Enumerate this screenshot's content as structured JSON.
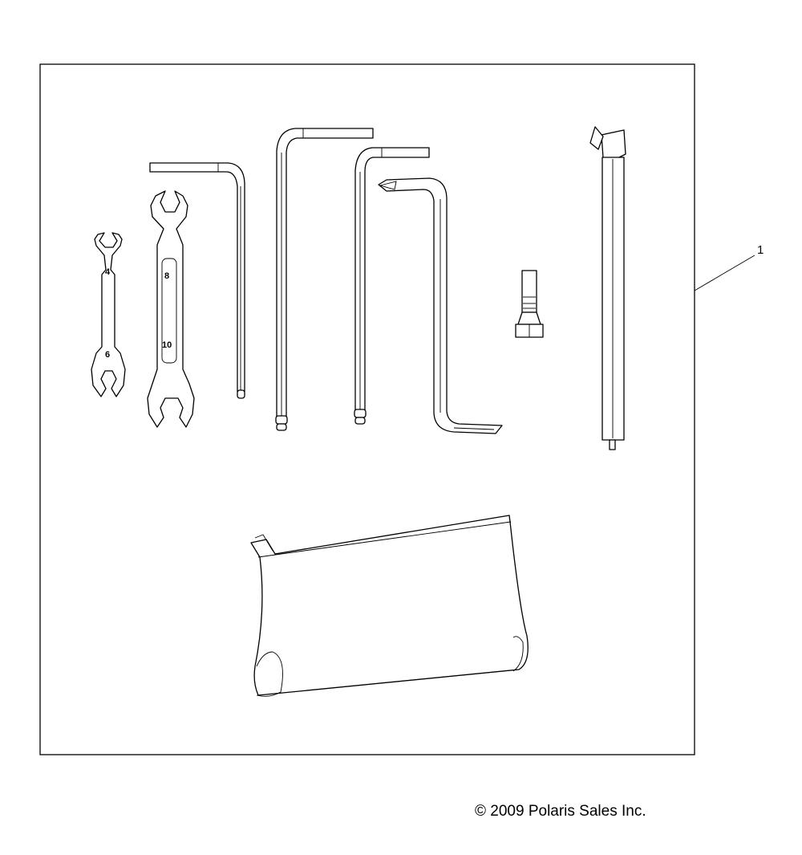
{
  "callouts": [
    {
      "number": "1"
    }
  ],
  "wrench_small": {
    "size_top": "4",
    "size_bottom": "6"
  },
  "wrench_large": {
    "size_top": "8",
    "size_bottom": "10"
  },
  "copyright": "© 2009 Polaris Sales Inc."
}
